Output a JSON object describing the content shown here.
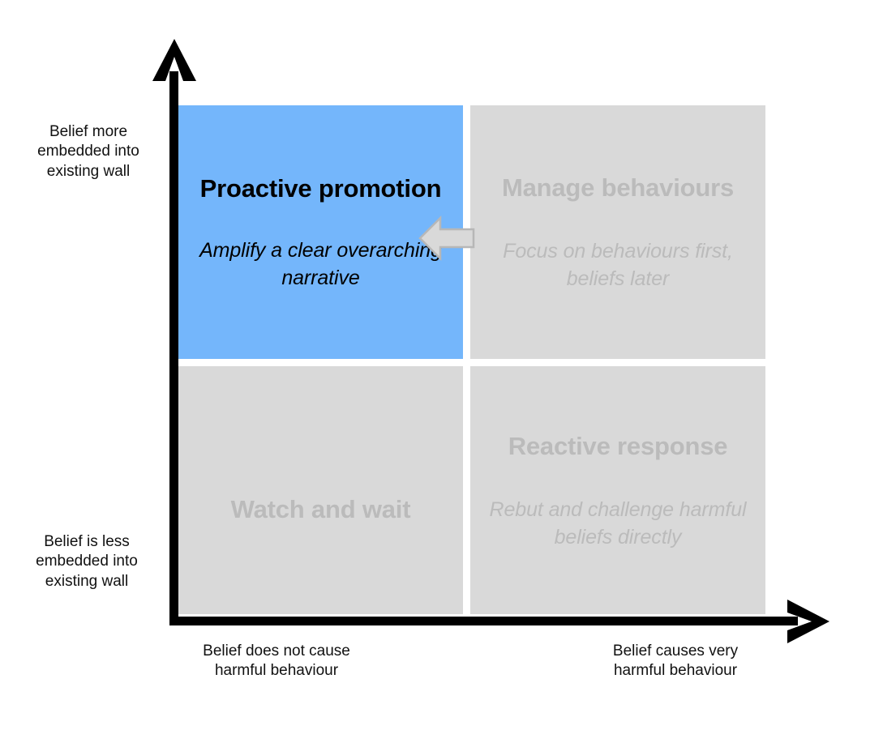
{
  "diagram": {
    "type": "2x2-matrix",
    "colors": {
      "active_fill": "#74b6fb",
      "inactive_fill": "#d9d9d9",
      "active_text": "#000000",
      "inactive_text": "#bbbbbb",
      "axis": "#000000",
      "arrow_fill": "#d9d9d9",
      "arrow_stroke": "#b7b7b7"
    },
    "axes": {
      "y": {
        "top_label": "Belief more\nembedded into\nexisting wall",
        "bottom_label": "Belief is less\nembedded into\nexisting wall"
      },
      "x": {
        "left_label": "Belief does not cause\nharmful behaviour",
        "right_label": "Belief causes very\nharmful behaviour"
      }
    },
    "quadrants": [
      {
        "position": "top-left",
        "title": "Proactive\npromotion",
        "subtitle": "Amplify a clear\noverarching narrative",
        "state": "active"
      },
      {
        "position": "top-right",
        "title": "Manage\nbehaviours",
        "subtitle": "Focus on behaviours\nfirst, beliefs later",
        "state": "inactive"
      },
      {
        "position": "bottom-left",
        "title": "Watch and wait",
        "subtitle": "",
        "state": "inactive"
      },
      {
        "position": "bottom-right",
        "title": "Reactive\nresponse",
        "subtitle": "Rebut and challenge\nharmful beliefs directly",
        "state": "inactive"
      }
    ],
    "transition_arrow": {
      "direction": "left",
      "from": "top-right",
      "to": "top-left"
    }
  }
}
